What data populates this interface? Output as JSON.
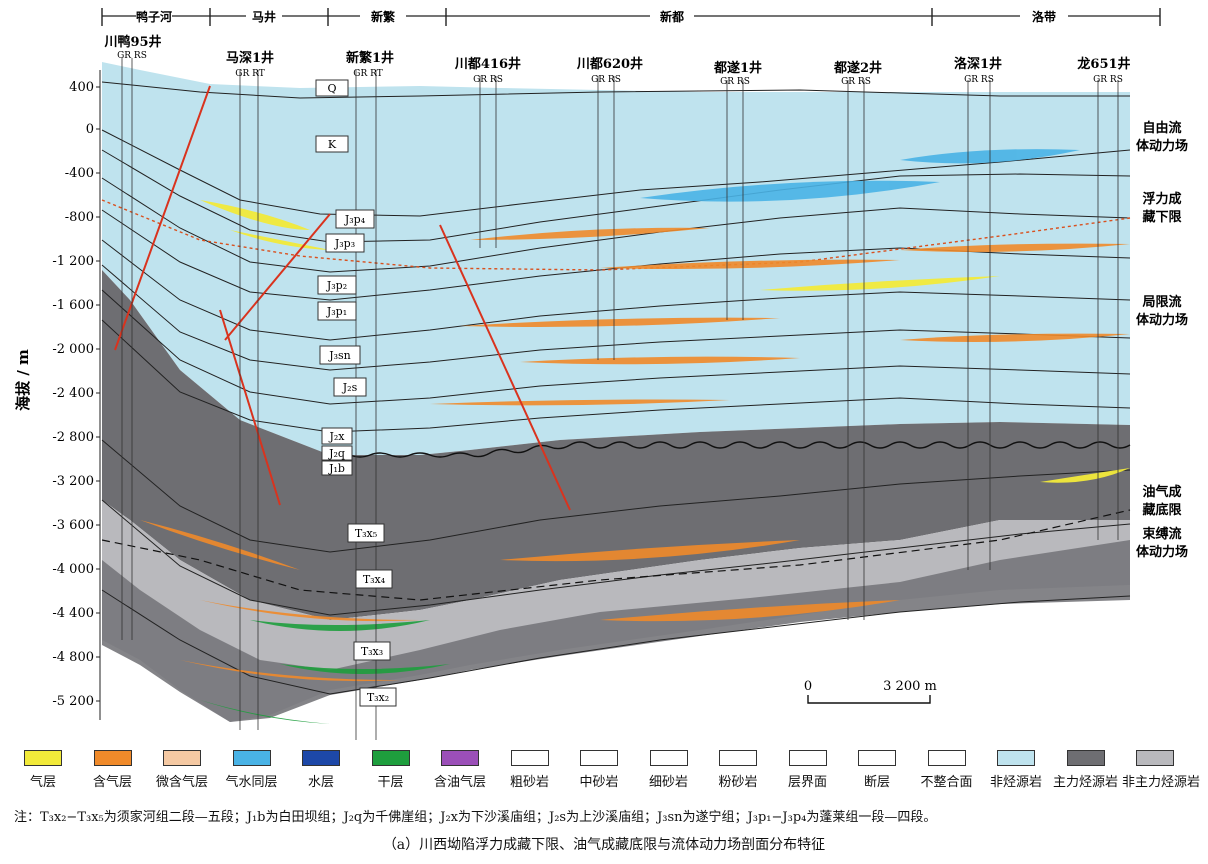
{
  "segments": [
    "鸭子河",
    "马井",
    "新繁",
    "新都",
    "洛带"
  ],
  "wells": [
    {
      "name": "川鸭95井",
      "logs": "GR  RS"
    },
    {
      "name": "马深1井",
      "logs": "GR  RT"
    },
    {
      "name": "新繁1井",
      "logs": "GR  RT"
    },
    {
      "name": "川都416井",
      "logs": "GR  RS"
    },
    {
      "name": "川都620井",
      "logs": "GR  RS"
    },
    {
      "name": "都遂1井",
      "logs": "GR  RS"
    },
    {
      "name": "都遂2井",
      "logs": "GR  RS"
    },
    {
      "name": "洛深1井",
      "logs": "GR  RS"
    },
    {
      "name": "龙651井",
      "logs": "GR  RS"
    }
  ],
  "y_axis": {
    "label": "海拔 / m",
    "ticks": [
      "400",
      "0",
      "-400",
      "-800",
      "-1 200",
      "-1 600",
      "-2 000",
      "-2 400",
      "-2 800",
      "-3 200",
      "-3 600",
      "-4 000",
      "-4 400",
      "-4 800",
      "-5 200"
    ]
  },
  "formations": [
    "Q",
    "K",
    "J₃p₄",
    "J₃p₃",
    "J₃p₂",
    "J₃p₁",
    "J₃sn",
    "J₂s",
    "J₂x",
    "J₂q",
    "J₁b",
    "T₃x₅",
    "T₃x₄",
    "T₃x₃",
    "T₃x₂"
  ],
  "right_labels": [
    {
      "line1": "自由流",
      "line2": "体动力场"
    },
    {
      "line1": "浮力成",
      "line2": "藏下限"
    },
    {
      "line1": "局限流",
      "line2": "体动力场"
    },
    {
      "line1": "油气成",
      "line2": "藏底限"
    },
    {
      "line1": "束缚流",
      "line2": "体动力场"
    }
  ],
  "scale_bar": {
    "start": "0",
    "end": "3 200 m"
  },
  "legend": [
    {
      "label": "气层",
      "color": "#f2ea3a"
    },
    {
      "label": "含气层",
      "color": "#f08a2a"
    },
    {
      "label": "微含气层",
      "color": "#f5c9a3"
    },
    {
      "label": "气水同层",
      "color": "#49b3e6"
    },
    {
      "label": "水层",
      "color": "#1d48a8"
    },
    {
      "label": "干层",
      "color": "#1e9e3d"
    },
    {
      "label": "含油气层",
      "color": "#9b4fb8"
    },
    {
      "label": "粗砂岩",
      "color": "#ffffff"
    },
    {
      "label": "中砂岩",
      "color": "#ffffff"
    },
    {
      "label": "细砂岩",
      "color": "#ffffff"
    },
    {
      "label": "粉砂岩",
      "color": "#ffffff"
    },
    {
      "label": "层界面",
      "color": "#ffffff"
    },
    {
      "label": "断层",
      "color": "#ffffff"
    },
    {
      "label": "不整合面",
      "color": "#ffffff"
    },
    {
      "label": "非烃源岩",
      "color": "#bfe3ee"
    },
    {
      "label": "主力烃源岩",
      "color": "#6e6e72"
    },
    {
      "label": "非主力烃源岩",
      "color": "#b9b9bd"
    }
  ],
  "note": "注：T₃x₂−T₃x₅为须家河组二段—五段；J₁b为白田坝组；J₂q为千佛崖组；J₂x为下沙溪庙组；J₂s为上沙溪庙组；J₃sn为遂宁组；J₃p₁−J₃p₄为蓬莱组一段—四段。",
  "caption": "（a）川西坳陷浮力成藏下限、油气成藏底限与流体动力场剖面分布特征"
}
